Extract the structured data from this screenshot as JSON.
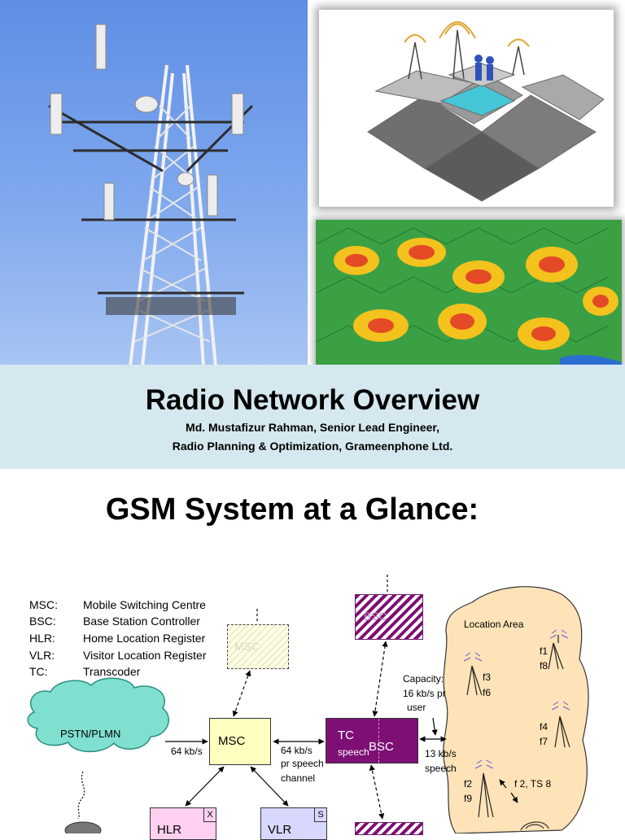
{
  "header": {
    "title": "Radio Network Overview",
    "author_line": "Md. Mustafizur Rahman, Senior Lead Engineer,",
    "org_line": "Radio Planning & Optimization, Grameenphone Ltd."
  },
  "section_title": "GSM System at a Glance:",
  "legend": [
    {
      "abbr": "MSC:",
      "text": "Mobile Switching Centre"
    },
    {
      "abbr": "BSC:",
      "text": "Base Station Controller"
    },
    {
      "abbr": "HLR:",
      "text": "Home Location Register"
    },
    {
      "abbr": "VLR:",
      "text": "Visitor Location Register"
    },
    {
      "abbr": "TC:",
      "text": "Transcoder"
    }
  ],
  "diagram": {
    "pstn": "PSTN/PLMN",
    "msc": "MSC",
    "msc_ghost": "MSC",
    "tc": "TC",
    "tc_sub": "speech",
    "bsc": "BSC",
    "bsc_ghost": "BSC",
    "hlr": "HLR",
    "hlr_corner": "X",
    "vlr": "VLR",
    "vlr_corner": "S",
    "rate_pstn_msc": "64 kb/s",
    "rate_msc_tc_1": "64 kb/s",
    "rate_msc_tc_2": "pr speech",
    "rate_msc_tc_3": "channel",
    "capacity_1": "Capacity:",
    "capacity_2": "16 kb/s pr",
    "capacity_3": "user",
    "rate_bsc_bts_1": "13 kb/s",
    "rate_bsc_bts_2": "speech",
    "location_area": "Location Area",
    "freqs": [
      "f1",
      "f8",
      "f3",
      "f6",
      "f4",
      "f7",
      "f2",
      "f9"
    ],
    "timeslot": "f 2,  TS 8"
  },
  "icons": [
    "cell-tower-icon",
    "antenna-mast-icon",
    "telephone-icon",
    "mobile-phone-icon"
  ],
  "colors": {
    "title_band": "#d5e8ef",
    "tc_bsc": "#7d0f75",
    "msc": "#ffffc0",
    "location_area": "#fde3b7",
    "pstn": "#80e0d0"
  }
}
